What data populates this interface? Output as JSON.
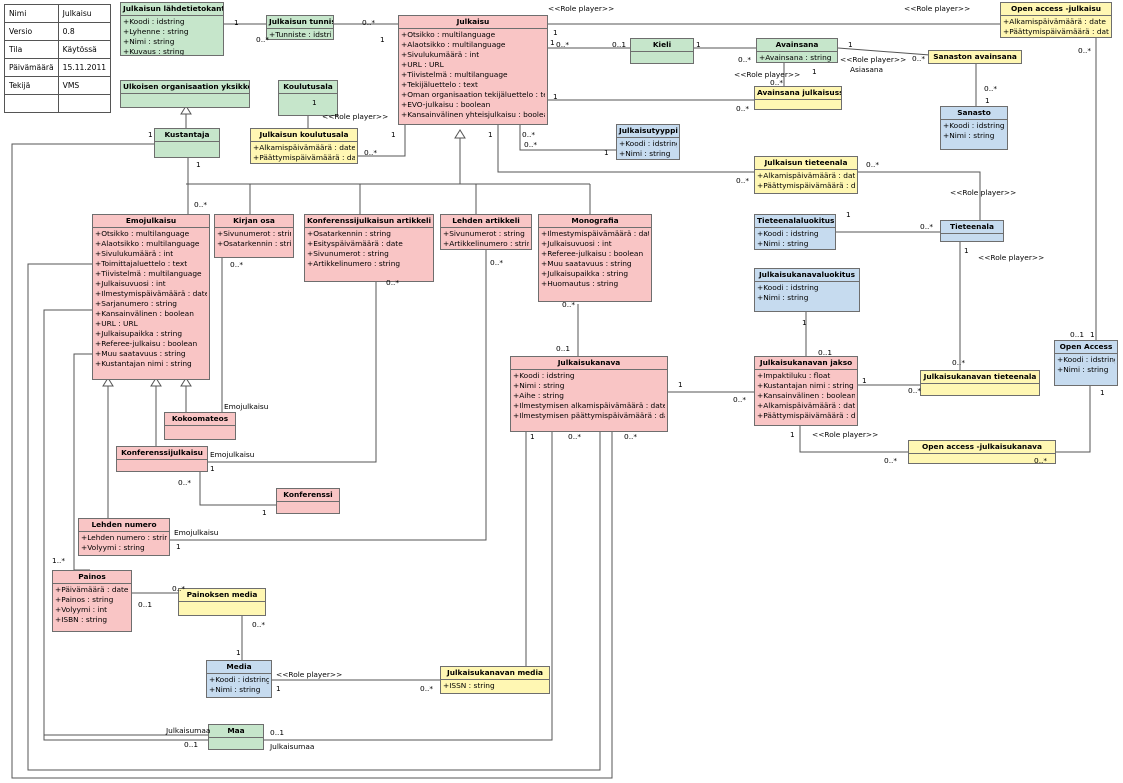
{
  "meta": [
    {
      "k": "Nimi",
      "v": "Julkaisu"
    },
    {
      "k": "Versio",
      "v": "0.8"
    },
    {
      "k": "Tila",
      "v": "Käytössä"
    },
    {
      "k": "Päivämäärä",
      "v": "15.11.2011"
    },
    {
      "k": "Tekijä",
      "v": "VMS"
    },
    {
      "k": "",
      "v": ""
    }
  ],
  "colors": {
    "pink": "#f9c5c5",
    "green": "#c6e6cb",
    "yellow": "#fff7b3",
    "blue": "#c6dbef",
    "line": "#555555"
  },
  "classes": {
    "lahdetietokanta": {
      "title": "Julkaisun lähdetietokanta",
      "attrs": [
        "+Koodi : idstring",
        "+Lyhenne : string",
        "+Nimi : string",
        "+Kuvaus : string"
      ]
    },
    "tunniste": {
      "title": "Julkaisun tunniste",
      "attrs": [
        "+Tunniste : idstring"
      ]
    },
    "julkaisu": {
      "title": "Julkaisu",
      "attrs": [
        "+Otsikko : multilanguage",
        "+Alaotsikko : multilanguage",
        "+Sivulukumäärä : int",
        "+URL : URL",
        "+Tiivistelmä : multilanguage",
        "+Tekijäluettelo : text",
        "+Oman organisaation tekijäluettelo : text",
        "+EVO-julkaisu : boolean",
        "+Kansainvälinen yhteisjulkaisu : boolean"
      ]
    },
    "kieli": {
      "title": "Kieli",
      "attrs": []
    },
    "avainsana": {
      "title": "Avainsana",
      "attrs": [
        "+Avainsana : string"
      ]
    },
    "oa_julkaisu": {
      "title": "Open access -julkaisu",
      "attrs": [
        "+Alkamispäivämäärä : date",
        "+Päättymispäivämäärä : date"
      ]
    },
    "sanaston_avainsana": {
      "title": "Sanaston avainsana",
      "attrs": []
    },
    "avainsana_julkaisussa": {
      "title": "Avainsana julkaisussa",
      "attrs": []
    },
    "sanasto": {
      "title": "Sanasto",
      "attrs": [
        "+Koodi : idstring",
        "+Nimi : string"
      ]
    },
    "ulkoisen_org": {
      "title": "Ulkoisen organisaation yksikkö",
      "attrs": []
    },
    "koulutusala": {
      "title": "Koulutusala",
      "attrs": []
    },
    "kustantaja": {
      "title": "Kustantaja",
      "attrs": []
    },
    "julk_koulutusala": {
      "title": "Julkaisun koulutusala",
      "attrs": [
        "+Alkamispäivämäärä : date",
        "+Päättymispäivämäärä : date"
      ]
    },
    "julkaisutyyppi": {
      "title": "Julkaisutyyppi",
      "attrs": [
        "+Koodi : idstring",
        "+Nimi : string"
      ]
    },
    "julk_tieteenala": {
      "title": "Julkaisun tieteenala",
      "attrs": [
        "+Alkamispäivämäärä : date",
        "+Päättymispäivämäärä : date"
      ]
    },
    "emojulkaisu": {
      "title": "Emojulkaisu",
      "attrs": [
        "+Otsikko : multilanguage",
        "+Alaotsikko : multilanguage",
        "+Sivulukumäärä : int",
        "+Toimittajaluettelo : text",
        "+Tiivistelmä : multilanguage",
        "+Julkaisuvuosi : int",
        "+Ilmestymispäivämäärä : date",
        "+Sarjanumero : string",
        "+Kansainvälinen : boolean",
        "+URL : URL",
        "+Julkaisupaikka : string",
        "+Referee-julkaisu : boolean",
        "+Muu saatavuus : string",
        "+Kustantajan nimi : string"
      ]
    },
    "kirjan_osa": {
      "title": "Kirjan osa",
      "attrs": [
        "+Sivunumerot : string",
        "+Osatarkennin : string"
      ]
    },
    "konf_artikkeli": {
      "title": "Konferenssijulkaisun artikkeli",
      "attrs": [
        "+Osatarkennin : string",
        "+Esityspäivämäärä : date",
        "+Sivunumerot : string",
        "+Artikkelinumero : string"
      ]
    },
    "lehden_artikkeli": {
      "title": "Lehden artikkeli",
      "attrs": [
        "+Sivunumerot : string",
        "+Artikkelinumero : string"
      ]
    },
    "monografia": {
      "title": "Monografia",
      "attrs": [
        "+Ilmestymispäivämäärä : date",
        "+Julkaisuvuosi : int",
        "+Referee-julkaisu : boolean",
        "+Muu saatavuus : string",
        "+Julkaisupaikka : string",
        "+Huomautus : string"
      ]
    },
    "tieteenalaluokitus": {
      "title": "Tieteenalaluokitus",
      "attrs": [
        "+Koodi : idstring",
        "+Nimi : string"
      ]
    },
    "tieteenala": {
      "title": "Tieteenala",
      "attrs": []
    },
    "jk_luokitus": {
      "title": "Julkaisukanavaluokitus",
      "attrs": [
        "+Koodi : idstring",
        "+Nimi : string"
      ]
    },
    "open_access": {
      "title": "Open Access",
      "attrs": [
        "+Koodi : idstring",
        "+Nimi : string"
      ]
    },
    "julkaisukanava": {
      "title": "Julkaisukanava",
      "attrs": [
        "+Koodi : idstring",
        "+Nimi : string",
        "+Aihe : string",
        "+Ilmestymisen alkamispäivämäärä : date",
        "+Ilmestymisen päättymispäivämäärä : date"
      ]
    },
    "jk_jakso": {
      "title": "Julkaisukanavan jakso",
      "attrs": [
        "+Impaktiluku : float",
        "+Kustantajan nimi : string",
        "+Kansainvälinen : boolean",
        "+Alkamispäivämäärä : date",
        "+Päättymispäivämäärä : date"
      ]
    },
    "jk_tieteenala": {
      "title": "Julkaisukanavan tieteenala",
      "attrs": []
    },
    "kokoomateos": {
      "title": "Kokoomateos",
      "attrs": []
    },
    "konferenssijulkaisu": {
      "title": "Konferenssijulkaisu",
      "attrs": []
    },
    "oa_jk": {
      "title": "Open access -julkaisukanava",
      "attrs": []
    },
    "konferenssi": {
      "title": "Konferenssi",
      "attrs": []
    },
    "lehden_numero": {
      "title": "Lehden numero",
      "attrs": [
        "+Lehden numero : string",
        "+Volyymi : string"
      ]
    },
    "painos": {
      "title": "Painos",
      "attrs": [
        "+Päivämäärä : date",
        "+Painos : string",
        "+Volyymi : int",
        "+ISBN : string"
      ]
    },
    "painoksen_media": {
      "title": "Painoksen media",
      "attrs": []
    },
    "media": {
      "title": "Media",
      "attrs": [
        "+Koodi : idstring",
        "+Nimi : string"
      ]
    },
    "jk_media": {
      "title": "Julkaisukanavan media",
      "attrs": [
        "+ISSN : string"
      ]
    },
    "maa": {
      "title": "Maa",
      "attrs": []
    }
  },
  "labels": [
    "<<Role player>>",
    "0..*",
    "1",
    "1",
    "0..*",
    "1",
    "<<Role player>>",
    "1",
    "0..*",
    "0..1",
    "1",
    "0..*",
    "1",
    "0..*",
    "<<Role player>>",
    "Asiasana",
    "1",
    "0..*",
    "<<Role player>>",
    "0..*",
    "1",
    "1",
    "0..*",
    "0..*",
    "1",
    "1",
    "<<Role player>>",
    "1",
    "0..*",
    "1",
    "1",
    "0..*",
    "0..*",
    "1",
    "0..*",
    "<<Role player>>",
    "1",
    "0..*",
    "1",
    "<<Role player>>",
    "0..*",
    "0..*",
    "0..*",
    "0..*",
    "1",
    "0..1",
    "0..1",
    "1",
    "0..*",
    "1",
    "0..*",
    "0..*",
    "1",
    "0..*",
    "0..1",
    "0..*",
    "1",
    "0..*",
    "1",
    "0..*",
    "1",
    "<<Role player>>",
    "0..*",
    "0..*",
    "Emojulkaisu",
    "Emojulkaisu",
    "1",
    "0..*",
    "1",
    "Emojulkaisu",
    "1",
    "1..*",
    "0..*",
    "0..1",
    "1",
    "0..*",
    "<<Role player>>",
    "1",
    "0..*",
    "Julkaisumaa",
    "0..1",
    "0..1",
    "Julkaisumaa"
  ]
}
